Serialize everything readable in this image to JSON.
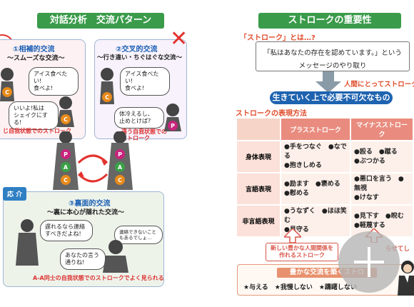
{
  "left": {
    "title": "対話分析　交流パターン",
    "complementary": {
      "heading": "①相補的交流",
      "subtitle": "〜スムーズな交流〜",
      "bubble_a": "アイス食べたい!\n食べよ!",
      "bubble_b": "いいよ!私は\nシェイクにする!",
      "caption": "じ自我状態でのストローク"
    },
    "crossed": {
      "heading": "②交叉的交流",
      "subtitle": "〜行き違い・ちぐはぐな交流〜",
      "bubble_a": "アイス食べたい!\n食べよ!",
      "bubble_b": "体冷えるし、\n止めとけば?",
      "caption": "違う自我状態での\nストローク"
    },
    "center_ego": [
      "P",
      "A",
      "C"
    ],
    "ulterior": {
      "tag": "応 介",
      "heading": "③裏面的交流",
      "subtitle": "〜裏に本心が隠れた交流〜",
      "bubble_a": "遅れるなら連絡\nすべきだよね!",
      "bubble_b": "連絡できないこと\nもあるでしょ…",
      "bubble_c": "あなたの言う\n通りね!",
      "caption": "A-A同士の自我状態でのストロークでよく見られる"
    },
    "ego_letters": {
      "p": "P",
      "a": "A",
      "c": "C"
    },
    "cross_mark": "✕"
  },
  "right": {
    "title": "ストロークの重要性",
    "question": "「ストローク」とは…?",
    "definition_line1": "「私はあなたの存在を認めています。」という",
    "definition_line2": "メッセージのやり取り",
    "for_people": "人間にとってストローク",
    "banner": "生きていく上で必要不可欠なもの",
    "expression_heading": "ストロークの表現方法",
    "table": {
      "headers": [
        "",
        "プラスストローク",
        "マイナスストローク"
      ],
      "rows": [
        {
          "label": "身体表現",
          "plus": "●手をつなぐ　●なでる\n●抱きしめる",
          "minus": "●殴る　●蹴る\n●ぶつかる"
        },
        {
          "label": "言語表現",
          "plus": "●励ます　●褒める\n●慰める",
          "minus": "●悪口を言う　●無視\n●けなす"
        },
        {
          "label": "非言語表現",
          "plus": "●うなずく　●ほほ笑む\n●見守る",
          "minus": "●見下す　●睨む\n●軽蔑する"
        }
      ]
    },
    "arrow_note_left": "新しい豊かな人間関係を\n作れるストローク",
    "arrow_note_right": "らせてし",
    "bottom_heading": "豊かな交流を築くストロ",
    "bottom_items": "★与える　★我慢しない　★躊躇しない",
    "zoom_icon": "plus-icon"
  }
}
